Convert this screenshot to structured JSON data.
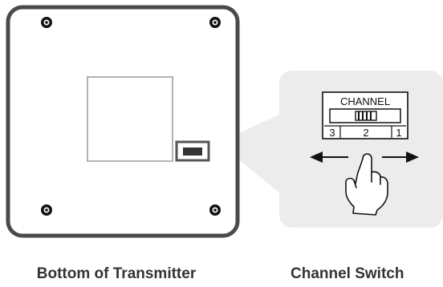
{
  "diagram": {
    "switch_panel": {
      "title": "CHANNEL",
      "numbers": [
        "3",
        "2",
        "1"
      ]
    },
    "captions": {
      "left": "Bottom of Transmitter",
      "right": "Channel Switch"
    },
    "colors": {
      "outline": "#4a4a4a",
      "inner_square": "#b3b3b3",
      "callout_bg": "#ededed",
      "screw": "#111111"
    }
  }
}
